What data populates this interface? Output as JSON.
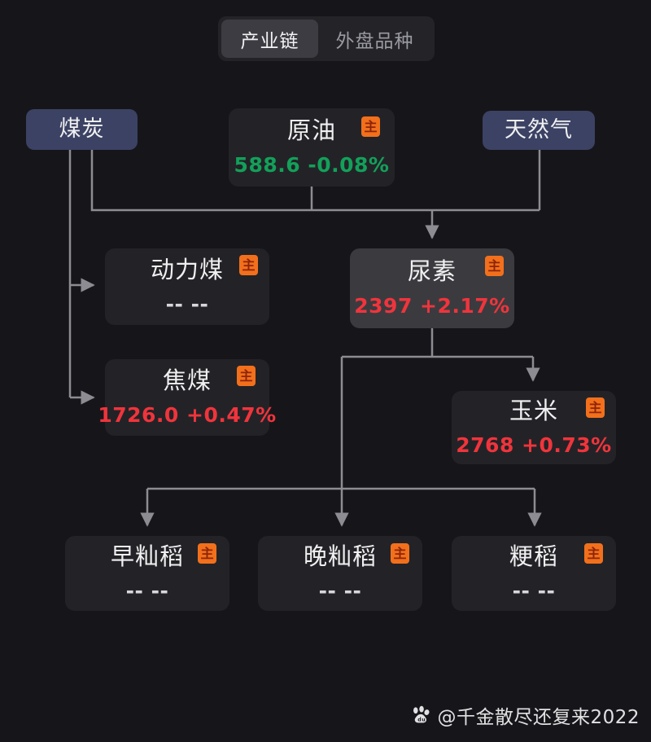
{
  "toggle": {
    "options": [
      {
        "label": "产业链",
        "active": true
      },
      {
        "label": "外盘品种",
        "active": false
      }
    ]
  },
  "diagram": {
    "main_badge_label": "主",
    "nodes": [
      {
        "id": "coal",
        "name": "煤炭",
        "type": "tag",
        "quote": "",
        "direction": "none"
      },
      {
        "id": "oil",
        "name": "原油",
        "type": "card",
        "quote": "588.6 -0.08%",
        "direction": "down",
        "badge": true
      },
      {
        "id": "gas",
        "name": "天然气",
        "type": "tag",
        "quote": "",
        "direction": "none"
      },
      {
        "id": "thermal",
        "name": "动力煤",
        "type": "card",
        "quote": "-- --",
        "direction": "flat",
        "badge": true
      },
      {
        "id": "urea",
        "name": "尿素",
        "type": "card-highlight",
        "quote": "2397 +2.17%",
        "direction": "up",
        "badge": true
      },
      {
        "id": "coking",
        "name": "焦煤",
        "type": "card",
        "quote": "1726.0 +0.47%",
        "direction": "up",
        "badge": true
      },
      {
        "id": "corn",
        "name": "玉米",
        "type": "card",
        "quote": "2768 +0.73%",
        "direction": "up",
        "badge": true
      },
      {
        "id": "rice_early",
        "name": "早籼稻",
        "type": "card",
        "quote": "-- --",
        "direction": "flat",
        "badge": true
      },
      {
        "id": "rice_late",
        "name": "晚籼稻",
        "type": "card",
        "quote": "-- --",
        "direction": "flat",
        "badge": true
      },
      {
        "id": "rice_japonica",
        "name": "粳稻",
        "type": "card",
        "quote": "-- --",
        "direction": "flat",
        "badge": true
      }
    ],
    "edges": [
      {
        "from": "coal",
        "to": "thermal"
      },
      {
        "from": "coal",
        "to": "coking"
      },
      {
        "from": "oil",
        "to": "urea"
      },
      {
        "from": "gas",
        "to": "urea"
      },
      {
        "from": "urea",
        "to": "corn"
      },
      {
        "from": "urea",
        "to": "rice_early"
      },
      {
        "from": "urea",
        "to": "rice_late"
      },
      {
        "from": "urea",
        "to": "rice_japonica"
      }
    ]
  },
  "colors": {
    "background": "#16161a",
    "card": "#232327",
    "card_highlight": "#3b3b3f",
    "tag": "#3c4263",
    "badge": "#f2701c",
    "badge_text": "#8d2408",
    "up": "#f0343c",
    "down": "#13a05a",
    "flat": "#d8d8dc",
    "wire": "#8c8c92",
    "segment_active": "#3c3c42",
    "segment_track": "#242428"
  },
  "watermark": {
    "icon": "baidu-paw-icon",
    "text": "@千金散尽还复来2022"
  }
}
